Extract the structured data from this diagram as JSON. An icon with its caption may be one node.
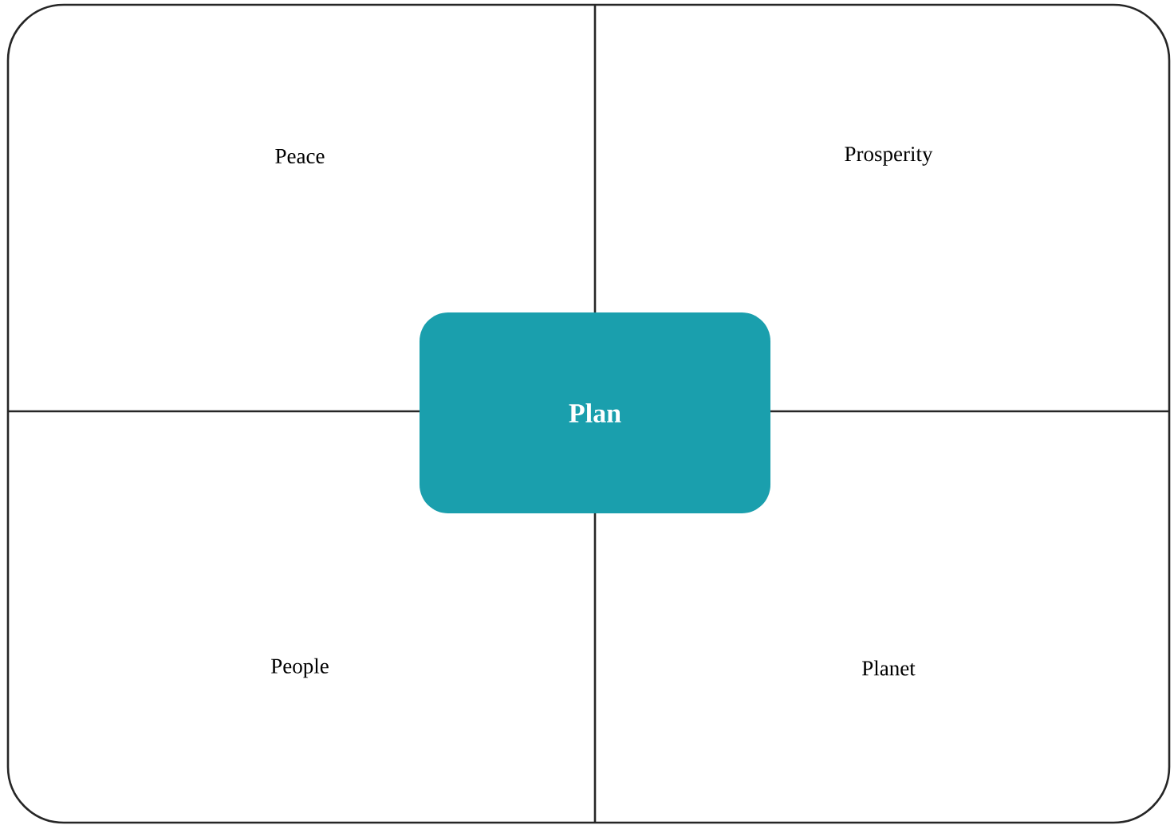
{
  "diagram": {
    "nodes": [
      {
        "text": [],
        "shape": "box"
      },
      {
        "text": [
          "Plan"
        ],
        "in": 0
      }
    ],
    "labels": [
      "Peace",
      "Prosperity",
      "People",
      "Planet"
    ]
  }
}
